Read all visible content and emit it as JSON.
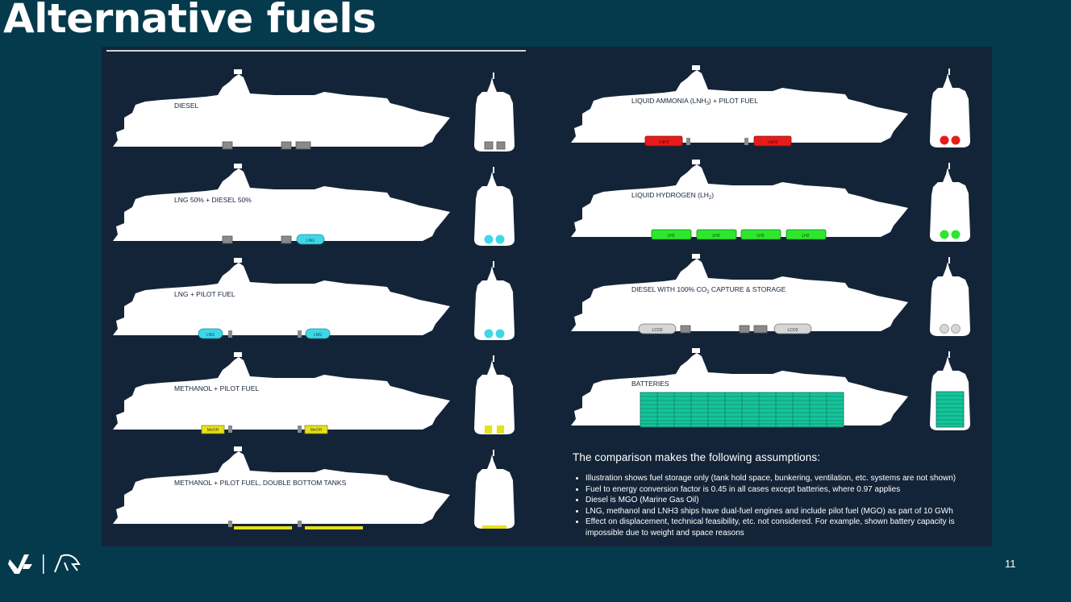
{
  "slide": {
    "title": "Alternative fuels",
    "page_number": "11"
  },
  "colors": {
    "background": "#043a4b",
    "panel": "#142438",
    "ship": "#ffffff",
    "diesel_tank": "#8a8a8a",
    "lng_tank": "#3fd7e8",
    "methanol_tank": "#e8e01a",
    "ammonia_tank": "#e81b1b",
    "hydrogen_tank": "#2ee62e",
    "co2_tank": "#d6d6d6",
    "battery": "#15c49a"
  },
  "ships": [
    {
      "label": "DIESEL"
    },
    {
      "label": "LNG 50% + DIESEL 50%"
    },
    {
      "label": "LNG + PILOT FUEL"
    },
    {
      "label": "METHANOL + PILOT FUEL"
    },
    {
      "label": "METHANOL + PILOT FUEL, DOUBLE BOTTOM TANKS"
    },
    {
      "label_pre": "LIQUID AMMONIA (LNH",
      "label_sub": "3",
      "label_post": ") + PILOT FUEL"
    },
    {
      "label_pre": "LIQUID HYDROGEN (LH",
      "label_sub": "2",
      "label_post": ")"
    },
    {
      "label_pre": "DIESEL WITH 100% CO",
      "label_sub": "2",
      "label_post": " CAPTURE & STORAGE"
    },
    {
      "label": "BATTERIES"
    }
  ],
  "tank_labels": {
    "lng": "LNG",
    "meoh": "MeOH",
    "lnh3": "LNH3",
    "lh2": "LH2",
    "lco2": "LCO2"
  },
  "assumptions": {
    "heading": "The comparison makes the following assumptions:",
    "items": [
      "Illustration shows fuel storage only (tank hold space, bunkering, ventilation, etc. systems are not shown)",
      "Fuel to energy conversion factor is 0.45 in all cases except batteries, where 0.97 applies",
      "Diesel is MGO (Marine Gas Oil)",
      "LNG, methanol and LNH3 ships have dual-fuel engines and include pilot fuel (MGO) as part of 10 GWh",
      "Effect on displacement, technical feasibility, etc. not considered. For example, shown battery capacity is impossible due to weight and space reasons"
    ]
  }
}
